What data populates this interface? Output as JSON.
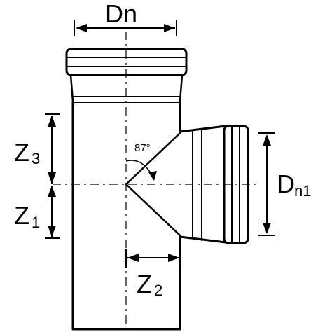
{
  "labels": {
    "dn": "Dn",
    "z3_main": "Z",
    "z3_sub": "3",
    "z1_main": "Z",
    "z1_sub": "1",
    "z2_main": "Z",
    "z2_sub": "2",
    "dn1_main": "D",
    "dn1_sub": "n1",
    "angle": "87°"
  },
  "colors": {
    "line": "#000000",
    "background": "#ffffff"
  }
}
